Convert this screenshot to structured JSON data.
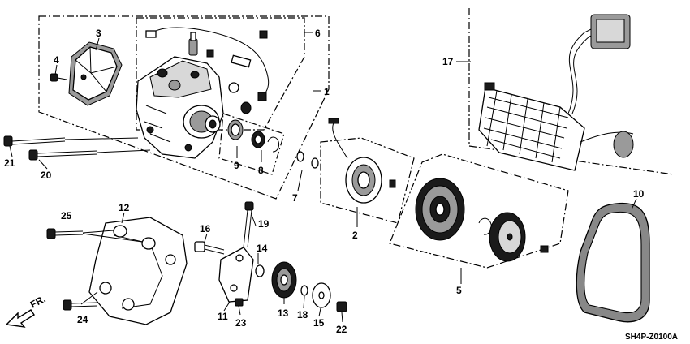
{
  "callouts": {
    "c1": "1",
    "c2": "2",
    "c3": "3",
    "c4": "4",
    "c5": "5",
    "c6": "6",
    "c7": "7",
    "c8": "8",
    "c9": "9",
    "c10": "10",
    "c11": "11",
    "c12": "12",
    "c13": "13",
    "c14": "14",
    "c15": "15",
    "c16": "16",
    "c17": "17",
    "c18": "18",
    "c19": "19",
    "c20": "20",
    "c21": "21",
    "c22": "22",
    "c23": "23",
    "c24": "24",
    "c25": "25"
  },
  "direction_label": "FR.",
  "diagram_code": "SH4P-Z0100A"
}
